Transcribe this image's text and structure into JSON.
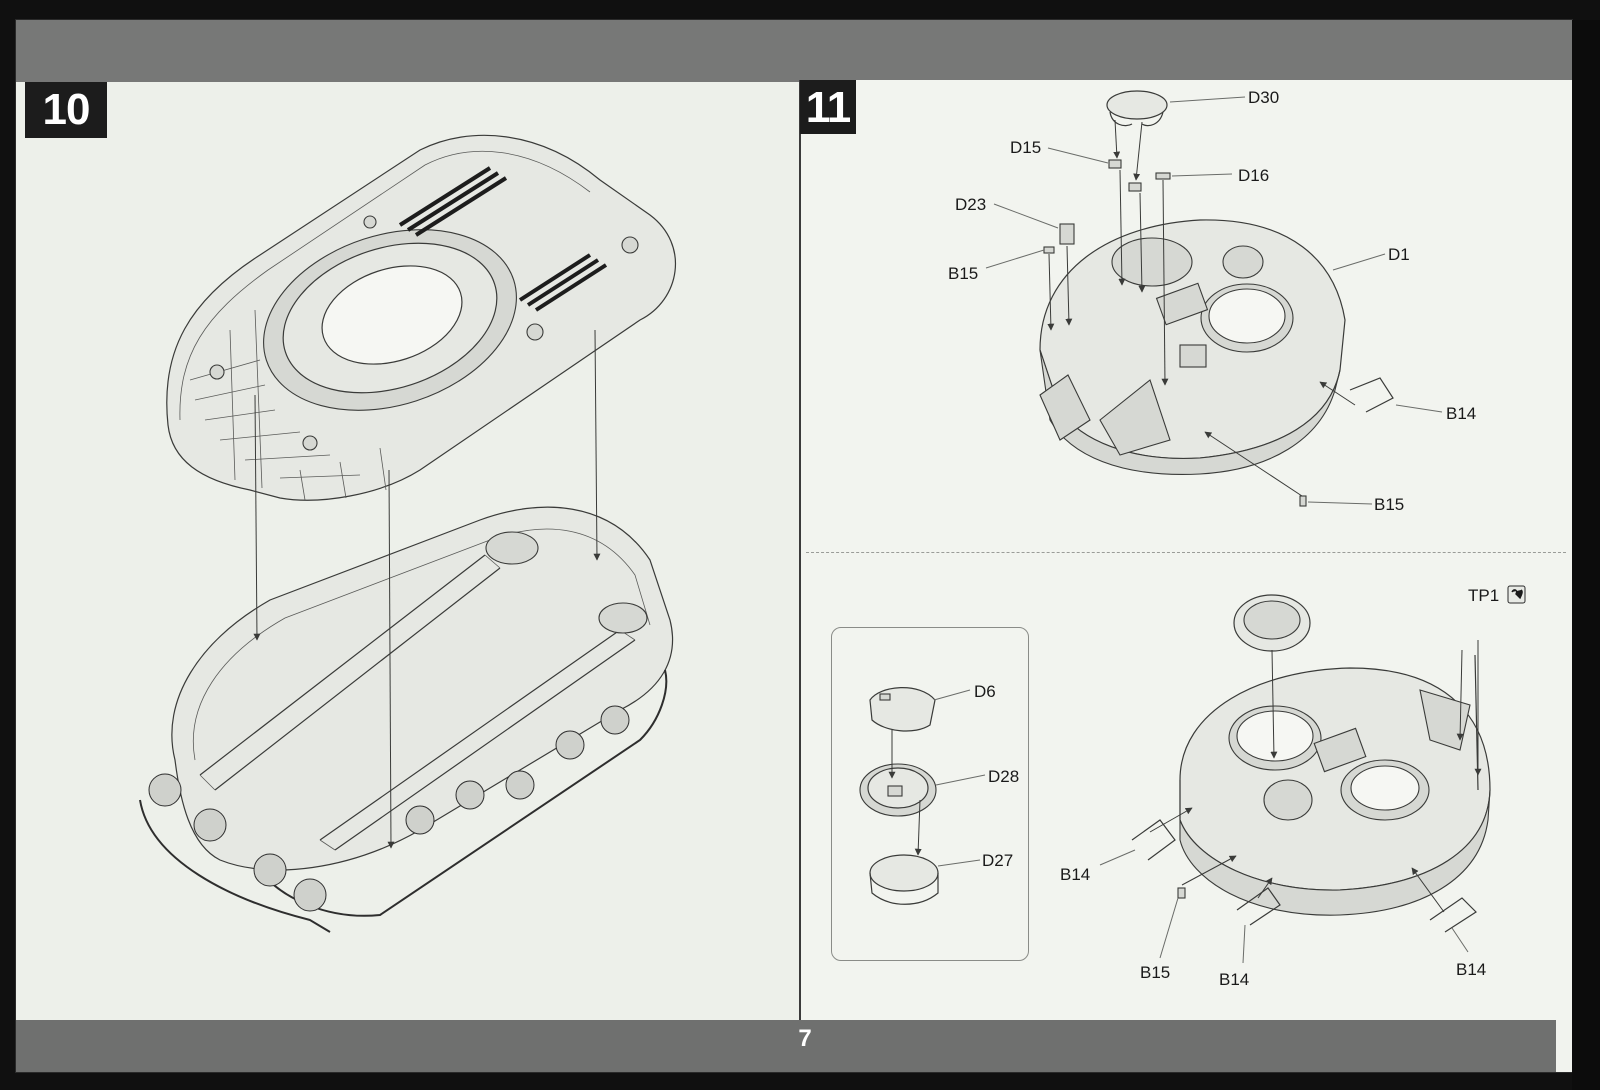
{
  "page_number": "7",
  "steps": [
    {
      "number": "10"
    },
    {
      "number": "11"
    }
  ],
  "callouts": {
    "d30": "D30",
    "d15": "D15",
    "d16": "D16",
    "d23": "D23",
    "b15_a": "B15",
    "d1": "D1",
    "b14_a": "B14",
    "b15_b": "B15",
    "tp1": "TP1",
    "d6": "D6",
    "d28": "D28",
    "d27": "D27",
    "b14_b": "B14",
    "b15_c": "B15",
    "b14_c": "B14",
    "b14_d": "B14"
  },
  "icons": {
    "tp1_marker": "photo-etch-icon"
  },
  "colors": {
    "background": "#101010",
    "paper": "#f1f3ee",
    "header_band": "#777877",
    "step_badge": "#1c1c1c",
    "line_art": "#3a3b39"
  }
}
